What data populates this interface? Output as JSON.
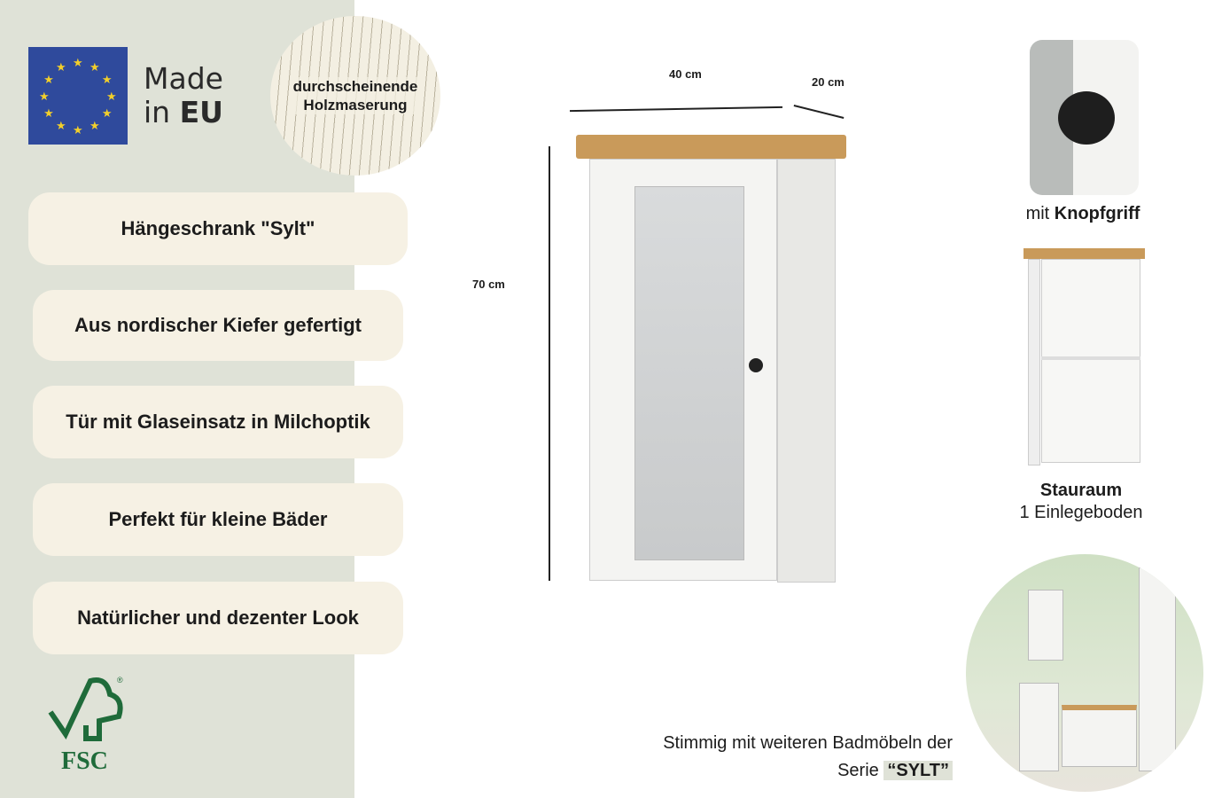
{
  "badges": {
    "made_line1": "Made",
    "made_line2_pre": "in",
    "made_line2_bold": "EU",
    "wood_line1": "durchscheinende",
    "wood_line2": "Holzmaserung",
    "fsc": "FSC"
  },
  "features": [
    "Hängeschrank \"Sylt\"",
    "Aus nordischer Kiefer gefertigt",
    "Tür mit Glaseinsatz in Milchoptik",
    "Perfekt für kleine Bäder",
    "Natürlicher und dezenter Look"
  ],
  "dimensions": {
    "width": "40 cm",
    "depth": "20 cm",
    "height": "70 cm"
  },
  "details": {
    "knob_pre": "mit",
    "knob_bold": "Knopfgriff",
    "storage_title": "Stauraum",
    "storage_sub": "1 Einlegeboden"
  },
  "series": {
    "line1": "Stimmig mit weiteren Badmöbeln der",
    "line2_pre": "Serie",
    "line2_bold": "“SYLT”"
  },
  "colors": {
    "panel": "#dfe2d7",
    "pill": "#f6f1e4",
    "eu_blue": "#2f4a9c",
    "fsc_green": "#1f6b3a"
  }
}
